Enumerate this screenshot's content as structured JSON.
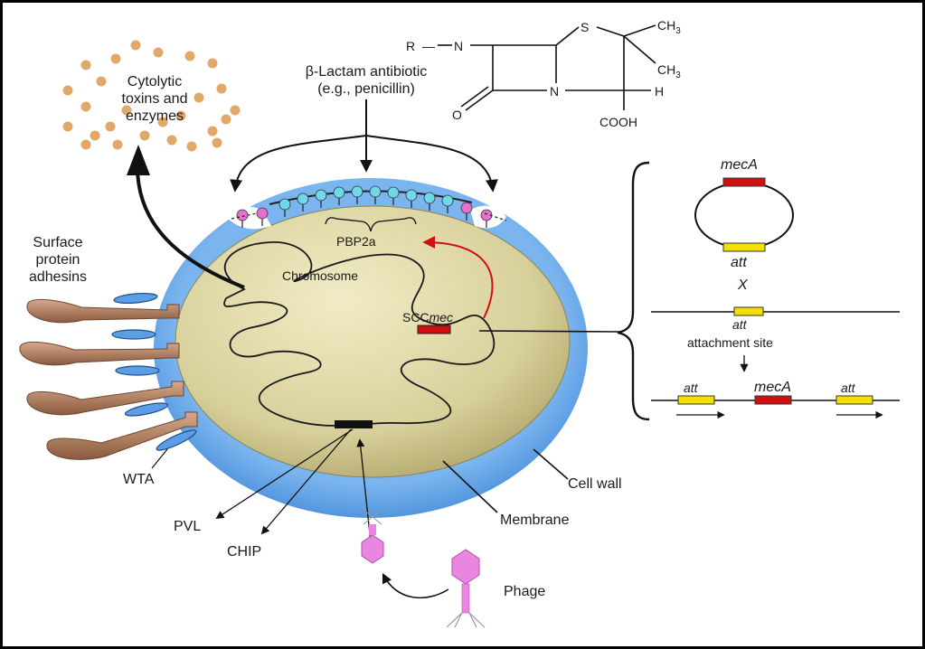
{
  "labels": {
    "toxins": [
      "Cytolytic",
      "toxins and",
      "enzymes"
    ],
    "antibiotic": [
      "β-Lactam antibiotic",
      "(e.g., penicillin)"
    ],
    "adhesins": [
      "Surface",
      "protein",
      "adhesins"
    ],
    "pbp2a": "PBP2a",
    "chromosome": "Chromosome",
    "scc_prefix": "SCC",
    "scc_suffix": "mec",
    "wta": "WTA",
    "pvl": "PVL",
    "chip": "CHIP",
    "cell_wall": "Cell wall",
    "membrane": "Membrane",
    "phage": "Phage"
  },
  "penicillin_structure": {
    "r_group": "R",
    "n1": "N",
    "s": "S",
    "ch3_top": "CH",
    "ch3_bottom": "CH",
    "ch3_subscript": "3",
    "n2": "N",
    "h": "H",
    "o": "O",
    "cooh": "COOH"
  },
  "integration": {
    "meca_plasmid": "mecA",
    "att_plasmid": "att",
    "cross": "X",
    "att_chromosome": "att",
    "attachment_site": "attachment site",
    "att_left": "att",
    "meca_integrated": "mecA",
    "att_right": "att"
  },
  "colors": {
    "cell_wall": "#5b9ee6",
    "cytoplasm": "#d8d19c",
    "toxin_dot": "#e2a86a",
    "pbp": "#6fd8ea",
    "pbp2a": "#e86fd0",
    "meca_gene": "#d01010",
    "att_site": "#f3e000",
    "adhesin": "#b07c5c",
    "phage": "#e986e0"
  }
}
